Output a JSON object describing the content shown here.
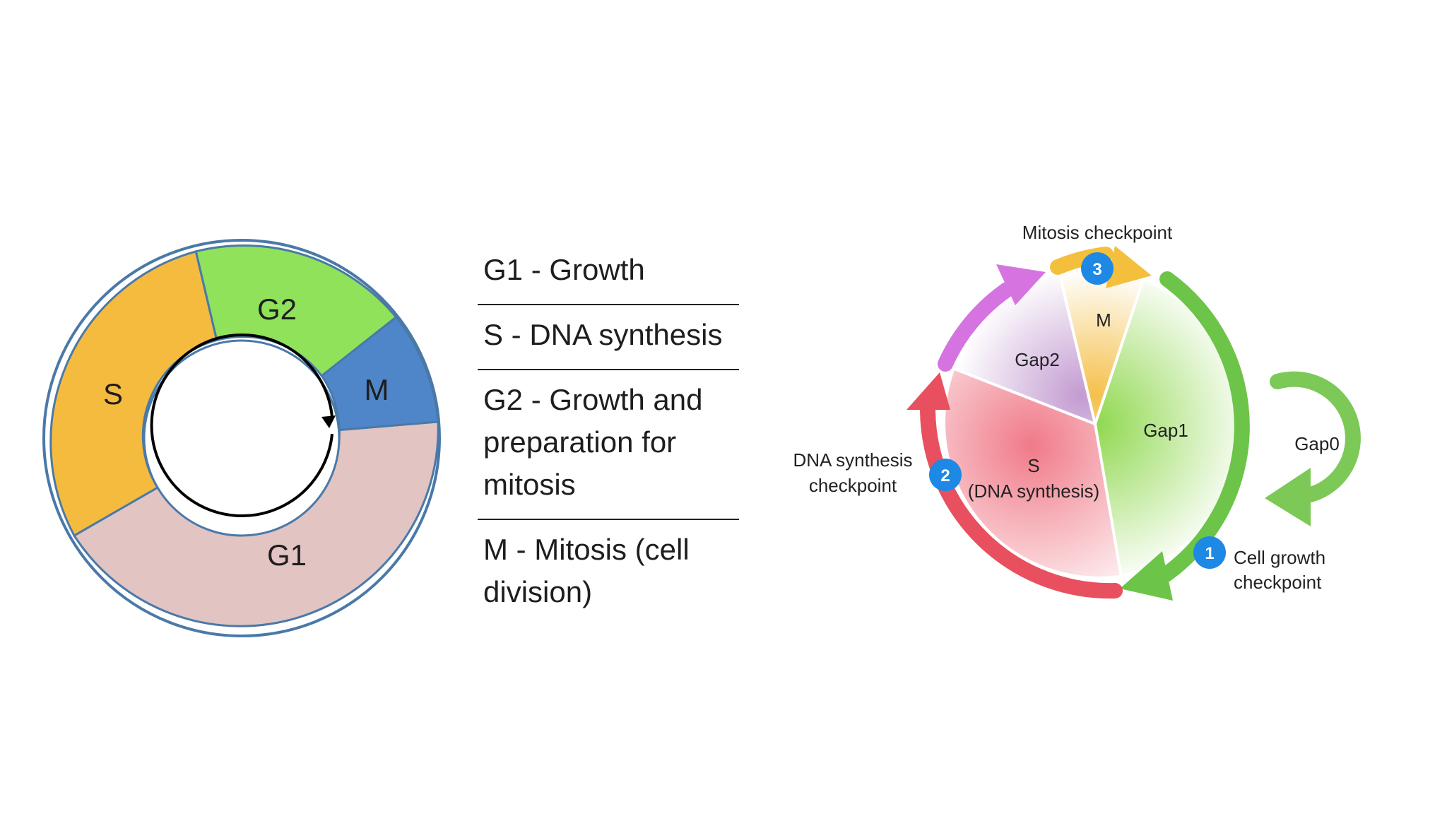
{
  "left_cycle": {
    "phases": [
      {
        "label": "G1",
        "color": "#e2c4c3"
      },
      {
        "label": "S",
        "color": "#f5bb3e"
      },
      {
        "label": "G2",
        "color": "#8fe25a"
      },
      {
        "label": "M",
        "color": "#4f86c9"
      }
    ],
    "ring_border": "#4a79a8"
  },
  "legend": {
    "items": [
      {
        "text": "G1 - Growth"
      },
      {
        "text": "S - DNA synthesis"
      },
      {
        "text": "G2 - Growth and preparation for mitosis"
      },
      {
        "text": "M - Mitosis (cell division)"
      }
    ]
  },
  "right_cycle": {
    "sectors": [
      {
        "label": "Gap1",
        "color": "#8fd84e"
      },
      {
        "label": "S",
        "sublabel": "(DNA synthesis)",
        "color": "#f07a88"
      },
      {
        "label": "Gap2",
        "color": "#c39bd1"
      },
      {
        "label": "M",
        "color": "#f4c04a"
      }
    ],
    "gap0": {
      "label": "Gap0",
      "color": "#7cc957"
    },
    "checkpoints": [
      {
        "number": "1",
        "label_line1": "Cell growth",
        "label_line2": "checkpoint"
      },
      {
        "number": "2",
        "label_line1": "DNA synthesis",
        "label_line2": "checkpoint"
      },
      {
        "number": "3",
        "label_line1": "Mitosis checkpoint"
      }
    ],
    "arc_colors": {
      "green": "#6cc448",
      "red": "#e8505f",
      "purple": "#d574e0",
      "yellow": "#f4bf3c"
    },
    "badge_color": "#1e88e5"
  }
}
